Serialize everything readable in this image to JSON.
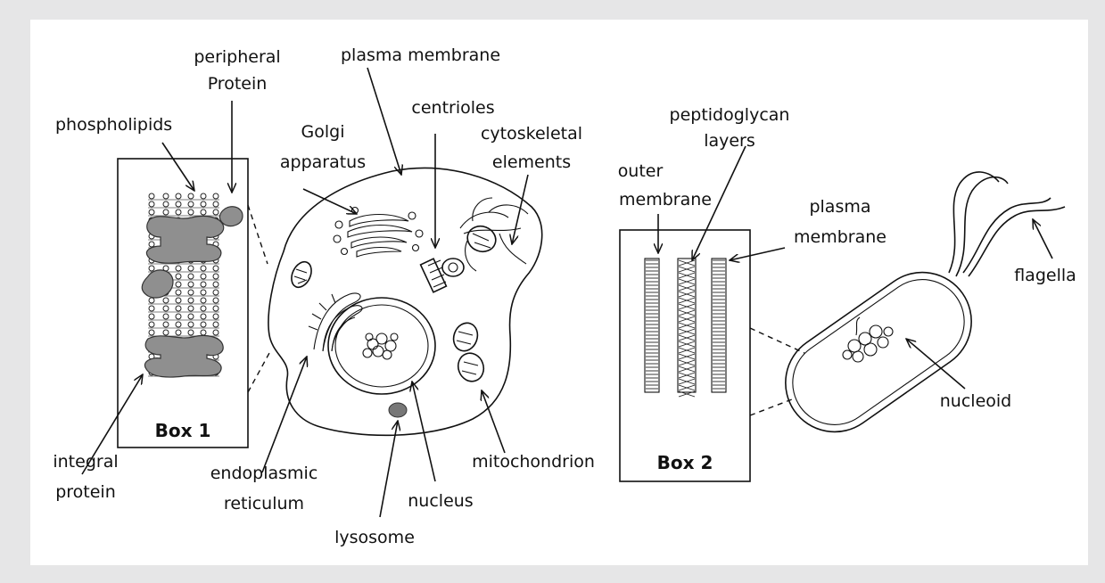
{
  "labels": {
    "peripheral_protein": [
      "peripheral",
      "Protein"
    ],
    "phospholipids": "phospholipids",
    "integral_protein": [
      "integral",
      "protein"
    ],
    "box1": "Box 1",
    "plasma_membrane_cell": "plasma membrane",
    "golgi": [
      "Golgi",
      "apparatus"
    ],
    "centrioles": "centrioles",
    "cytoskeletal": [
      "cytoskeletal",
      "elements"
    ],
    "endoplasmic_reticulum": [
      "endoplasmic",
      "reticulum"
    ],
    "lysosome": "lysosome",
    "nucleus": "nucleus",
    "mitochondrion": "mitochondrion",
    "peptidoglycan": [
      "peptidoglycan",
      "layers"
    ],
    "outer_membrane": [
      "outer",
      "membrane"
    ],
    "plasma_membrane_bact": [
      "plasma",
      "membrane"
    ],
    "box2": "Box 2",
    "flagella": "flagella",
    "nucleoid": "nucleoid"
  }
}
